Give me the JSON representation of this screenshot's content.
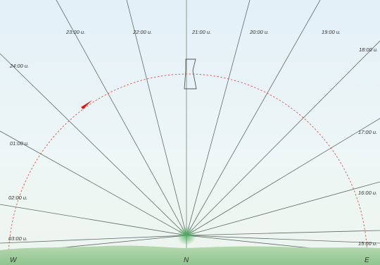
{
  "colors": {
    "sky_top": "#e3f0f8",
    "hour_line": "#5d6d69",
    "center_line": "#8a9a8e",
    "sun_path": "#d24848",
    "sun_marker": "#d81c1c",
    "ground": "#9fcb9f",
    "center_glow": "#6cc07a"
  },
  "hour_labels": {
    "h2300": "23:00 u.",
    "h2200": "22:00 u.",
    "h2100": "21:00 u.",
    "h2000": "20:00 u.",
    "h1900": "19:00 u.",
    "h1800": "18:00 u.",
    "h2400": "24:00 u.",
    "h0100": "01:00 u.",
    "h0200": "02:00 u.",
    "h0300": "03:00 u.",
    "h1700": "17:00 u.",
    "h1600": "16:00 u.",
    "h1500": "15:00 u."
  },
  "directions": {
    "west": "W",
    "north": "N",
    "east": "E"
  },
  "sun_marker_icon": "sun-position-arrow-icon",
  "building_icon": "building-outline-icon"
}
